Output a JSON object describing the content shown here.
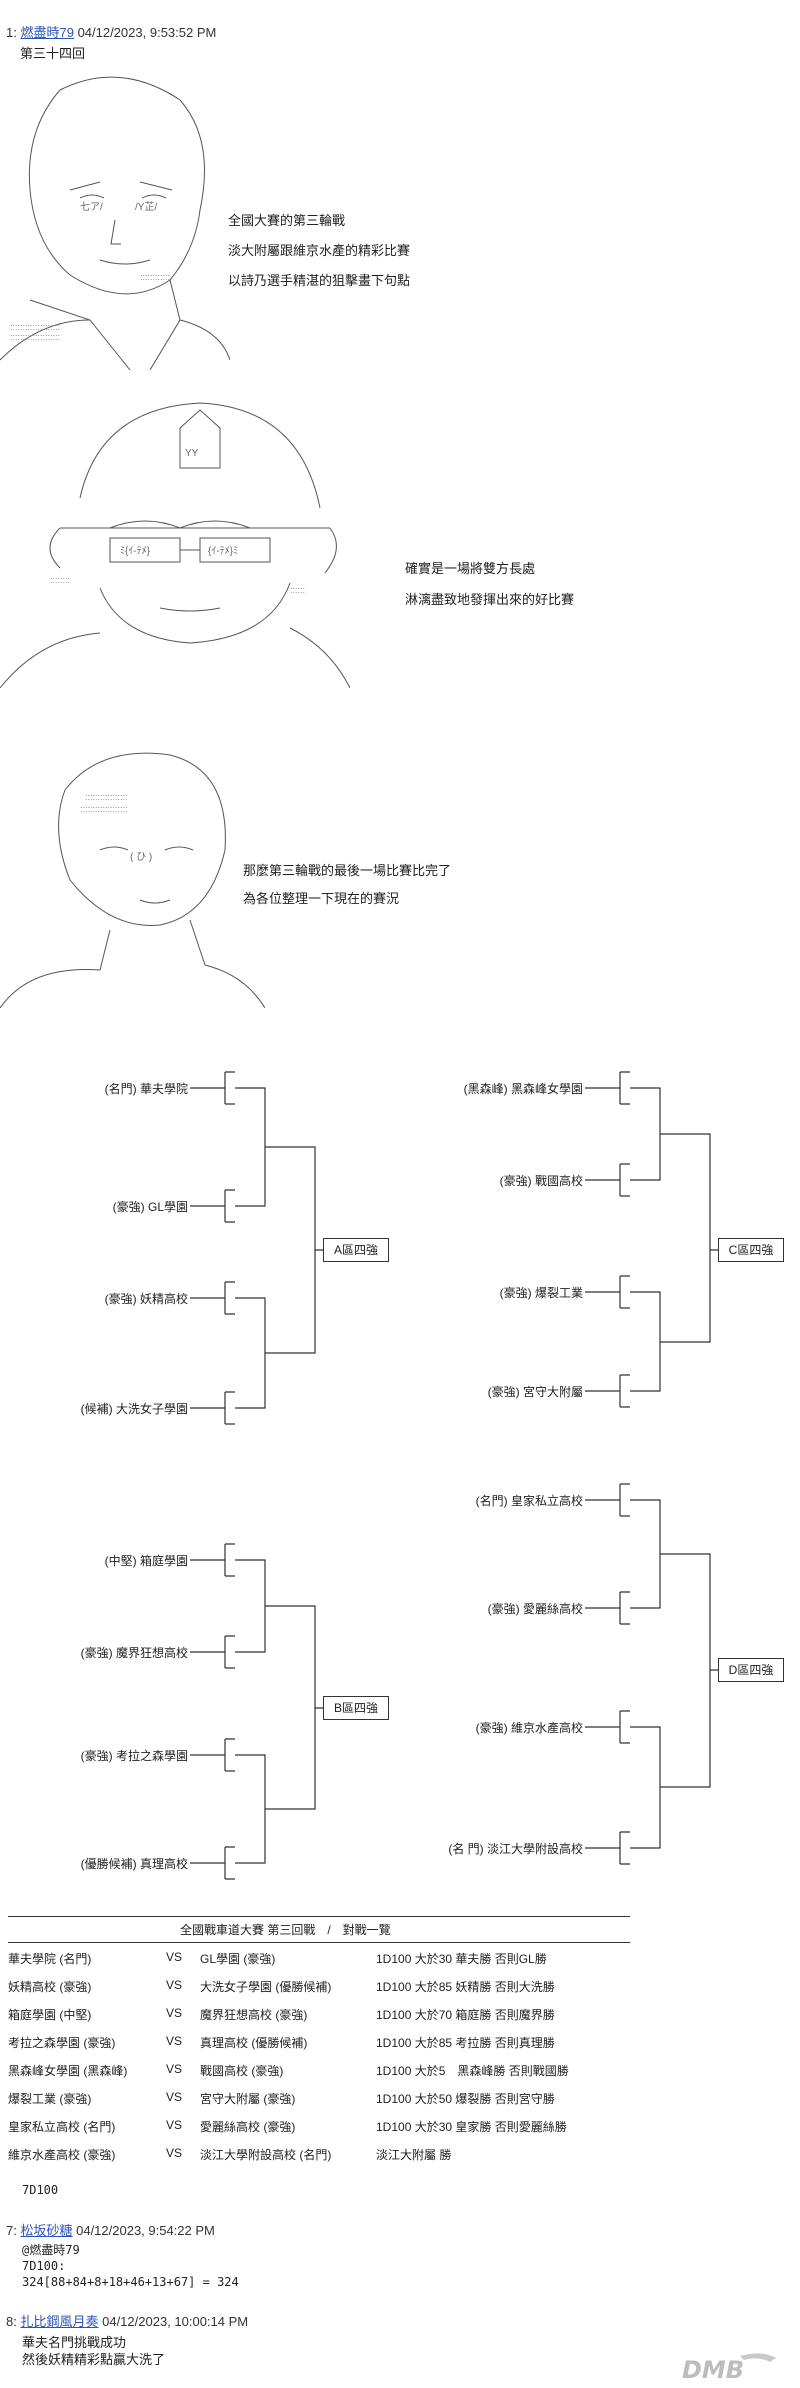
{
  "posts": [
    {
      "num": "1",
      "name": "燃盡時79",
      "date": "04/12/2023, 9:53:52 PM"
    },
    {
      "num": "7",
      "name": "松坂砂糖",
      "date": "04/12/2023, 9:54:22 PM"
    },
    {
      "num": "8",
      "name": "扎比鋼風月奏",
      "date": "04/12/2023, 10:00:14 PM"
    }
  ],
  "chapter": "第三十四回",
  "narration": {
    "s1": [
      "全國大賽的第三輪戰",
      "淡大附屬跟維京水產的精彩比賽",
      "以詩乃選手精湛的狙擊畫下句點"
    ],
    "s2": [
      "確實是一場將雙方長處",
      "淋漓盡致地發揮出來的好比賽"
    ],
    "s3": [
      "那麼第三輪戰的最後一場比賽比完了",
      "為各位整理一下現在的賽況"
    ]
  },
  "bracket": {
    "A": {
      "box": "A區四強",
      "teams": [
        "(名門) 華夫學院",
        "(豪強) GL學園",
        "(豪強) 妖精高校",
        "(候補) 大洗女子學園"
      ]
    },
    "B": {
      "box": "B區四強",
      "teams": [
        "(中堅) 箱庭學園",
        "(豪強) 魔界狂想高校",
        "(豪強) 考拉之森學園",
        "(優勝候補) 真理高校"
      ]
    },
    "C": {
      "box": "C區四強",
      "teams": [
        "(黑森峰) 黑森峰女學園",
        "(豪強) 戰國高校",
        "(豪強) 爆裂工業",
        "(豪強) 宮守大附屬"
      ]
    },
    "D": {
      "box": "D區四強",
      "teams": [
        "(名門) 皇家私立高校",
        "(豪強) 愛麗絲高校",
        "(豪強) 維京水產高校",
        "(名 門) 淡江大學附設高校"
      ]
    }
  },
  "table": {
    "title": "全國戰車道大賽 第三回戰　/　對戰一覽",
    "vs": "VS",
    "rows": [
      {
        "left": "華夫學院 (名門)",
        "right": "GL學園 (豪強)",
        "result": "1D100 大於30 華夫勝 否則GL勝"
      },
      {
        "left": "妖精高校 (豪強)",
        "right": "大洗女子學園 (優勝候補)",
        "result": "1D100 大於85 妖精勝 否則大洗勝"
      },
      {
        "left": "箱庭學園 (中堅)",
        "right": "魔界狂想高校 (豪強)",
        "result": "1D100 大於70 箱庭勝 否則魔界勝"
      },
      {
        "left": "考拉之森學園 (豪強)",
        "right": "真理高校 (優勝候補)",
        "result": "1D100 大於85 考拉勝 否則真理勝"
      },
      {
        "left": "黑森峰女學園 (黑森峰)",
        "right": "戰國高校 (豪強)",
        "result": "1D100 大於5　黑森峰勝 否則戰國勝"
      },
      {
        "left": "爆裂工業 (豪強)",
        "right": "宮守大附屬 (豪強)",
        "result": "1D100 大於50 爆裂勝 否則宮守勝"
      },
      {
        "left": "皇家私立高校 (名門)",
        "right": "愛麗絲高校 (豪強)",
        "result": "1D100 大於30 皇家勝 否則愛麗絲勝"
      },
      {
        "left": "維京水產高校 (豪強)",
        "right": "淡江大學附設高校 (名門)",
        "result": "淡江大附屬 勝"
      }
    ],
    "footer": "7D100"
  },
  "reply7": {
    "mention": "@燃盡時79",
    "line1": "7D100:",
    "line2": "324[88+84+8+18+46+13+67] = 324"
  },
  "reply8": {
    "line1": "華夫名門挑戰成功",
    "line2": "然後妖精精彩點贏大洗了"
  },
  "watermark": "DMB"
}
